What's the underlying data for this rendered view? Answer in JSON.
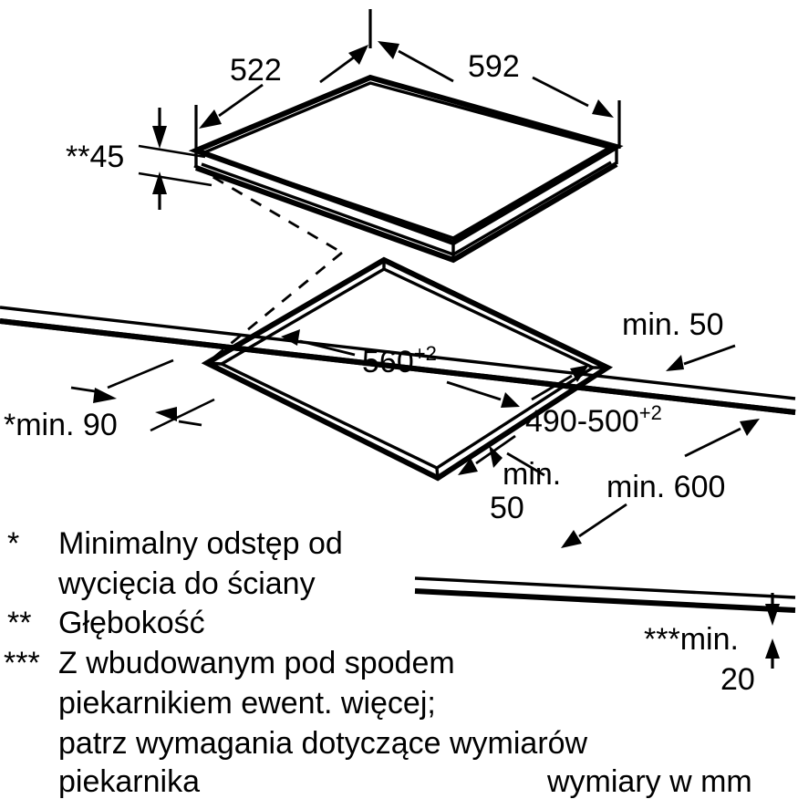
{
  "document": {
    "type": "installation-dimension-drawing",
    "subject": "built-in cooktop / hob installation cut-out diagram",
    "language": "pl",
    "units_note": "wymiary w mm"
  },
  "dimensions": {
    "appliance_width": {
      "label": "592",
      "value": 592,
      "unit": "mm",
      "description": "szerokosc plyty"
    },
    "appliance_depth": {
      "label": "522",
      "value": 522,
      "unit": "mm",
      "description": "glebokosc plyty"
    },
    "appliance_height": {
      "label": "**45",
      "marker": "**",
      "value": 45,
      "unit": "mm",
      "description": "wysokosc / glebokosc zabudowy"
    },
    "cutout_width": {
      "label": "560",
      "superscript": "+2",
      "value": 560,
      "tolerance": "+2",
      "unit": "mm"
    },
    "cutout_depth": {
      "label": "490-500",
      "superscript": "+2",
      "value_min": 490,
      "value_max": 500,
      "tolerance": "+2",
      "unit": "mm"
    },
    "wall_distance_rear": {
      "label": "min. 50",
      "value": 50,
      "unit": "mm"
    },
    "wall_distance_side": {
      "label": "min.",
      "label2": "50",
      "value": 50,
      "unit": "mm"
    },
    "worktop_depth": {
      "label": "min. 600",
      "value": 600,
      "unit": "mm"
    },
    "cutout_to_wall": {
      "label": "*min. 90",
      "marker": "*",
      "value": 90,
      "unit": "mm"
    },
    "clearance_below": {
      "label": "***min.",
      "label2": "20",
      "marker": "***",
      "value": 20,
      "unit": "mm"
    }
  },
  "footnotes": [
    {
      "marker": "*",
      "lines": [
        "Minimalny odstęp od",
        "wycięcia do ściany"
      ]
    },
    {
      "marker": "**",
      "lines": [
        "Głębokość"
      ]
    },
    {
      "marker": "***",
      "lines": [
        "Z wbudowanym pod spodem",
        "piekarnikiem ewent. więcej;",
        "patrz wymagania dotyczące wymiarów",
        "piekarnika"
      ]
    }
  ],
  "units_label": "wymiary w mm",
  "colors": {
    "stroke": "#000000",
    "background": "#ffffff"
  },
  "chart_data": {
    "type": "diagram",
    "title": "",
    "annotations": [
      {
        "name": "appliance-width",
        "text": "592"
      },
      {
        "name": "appliance-depth",
        "text": "522"
      },
      {
        "name": "appliance-height",
        "text": "**45"
      },
      {
        "name": "cutout-width",
        "text": "560+2"
      },
      {
        "name": "cutout-depth",
        "text": "490-500+2"
      },
      {
        "name": "rear-clearance",
        "text": "min. 50"
      },
      {
        "name": "side-clearance",
        "text": "min. 50"
      },
      {
        "name": "worktop-depth",
        "text": "min. 600"
      },
      {
        "name": "cutout-wall-gap",
        "text": "*min. 90"
      },
      {
        "name": "below-clearance",
        "text": "***min. 20"
      }
    ]
  }
}
